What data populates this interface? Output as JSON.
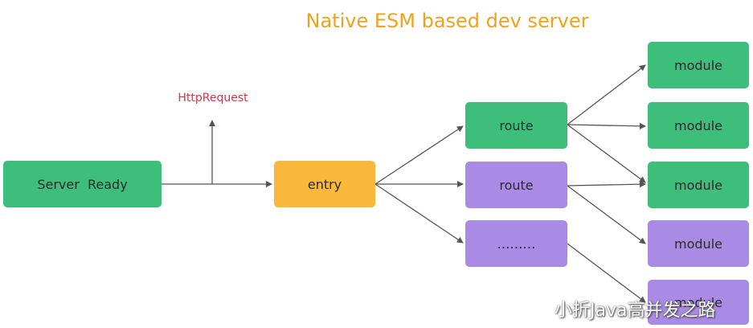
{
  "title": "Native ESM based dev server",
  "http_request_label": "HttpRequest",
  "nodes": {
    "server": "Server  Ready",
    "entry": "entry",
    "route1": "route",
    "route2": "route",
    "route3": "………",
    "module1": "module",
    "module2": "module",
    "module3": "module",
    "module4": "module",
    "module5": "module"
  },
  "colors": {
    "green": "#3dbf7b",
    "purple": "#a98be6",
    "orange": "#fbb93c",
    "title": "#f0a21f",
    "request_label": "#d6334a",
    "arrow": "#555555"
  },
  "watermark": "小折Java高并发之路"
}
